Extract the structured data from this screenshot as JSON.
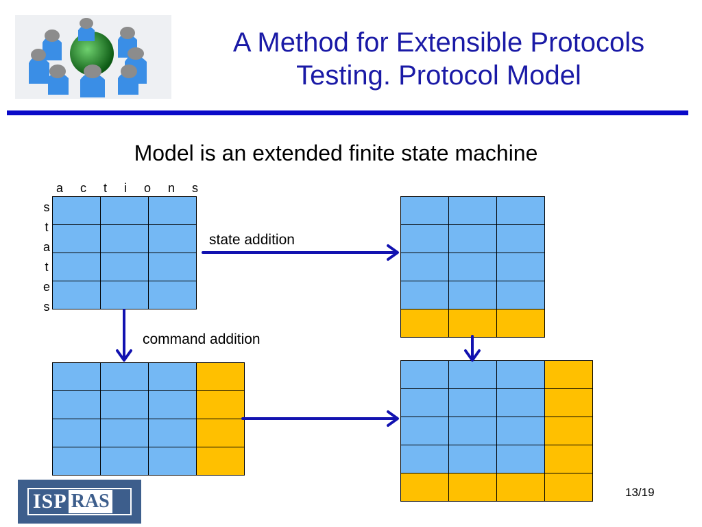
{
  "slide": {
    "title": "A Method for Extensible Protocols Testing. Protocol Model",
    "subtitle": "Model is an extended finite state machine",
    "page_number": "13/19"
  },
  "diagram": {
    "actions_label": "a c t i o n s",
    "states_label": [
      "s",
      "t",
      "a",
      "t",
      "e",
      "s"
    ],
    "state_addition_label": "state addition",
    "command_addition_label": "command addition",
    "tables": [
      {
        "name": "base-table",
        "rows": 4,
        "cols": 3,
        "added_row": false,
        "added_col": false
      },
      {
        "name": "state-added-table",
        "rows": 5,
        "cols": 3,
        "added_row": true,
        "added_col": false
      },
      {
        "name": "command-added-table",
        "rows": 4,
        "cols": 4,
        "added_row": false,
        "added_col": true
      },
      {
        "name": "combined-table",
        "rows": 5,
        "cols": 4,
        "added_row": true,
        "added_col": true
      }
    ]
  },
  "logos": {
    "isp_left": "ISP",
    "isp_right": "RAS",
    "people_logo_icon": "people-globe-icon"
  },
  "colors": {
    "title": "#1a1aa6",
    "accent_line": "#0a0ac8",
    "cell_blue": "#74b8f4",
    "cell_orange": "#ffc000",
    "arrow": "#1212b0",
    "logo_bg": "#3d5e8c"
  }
}
